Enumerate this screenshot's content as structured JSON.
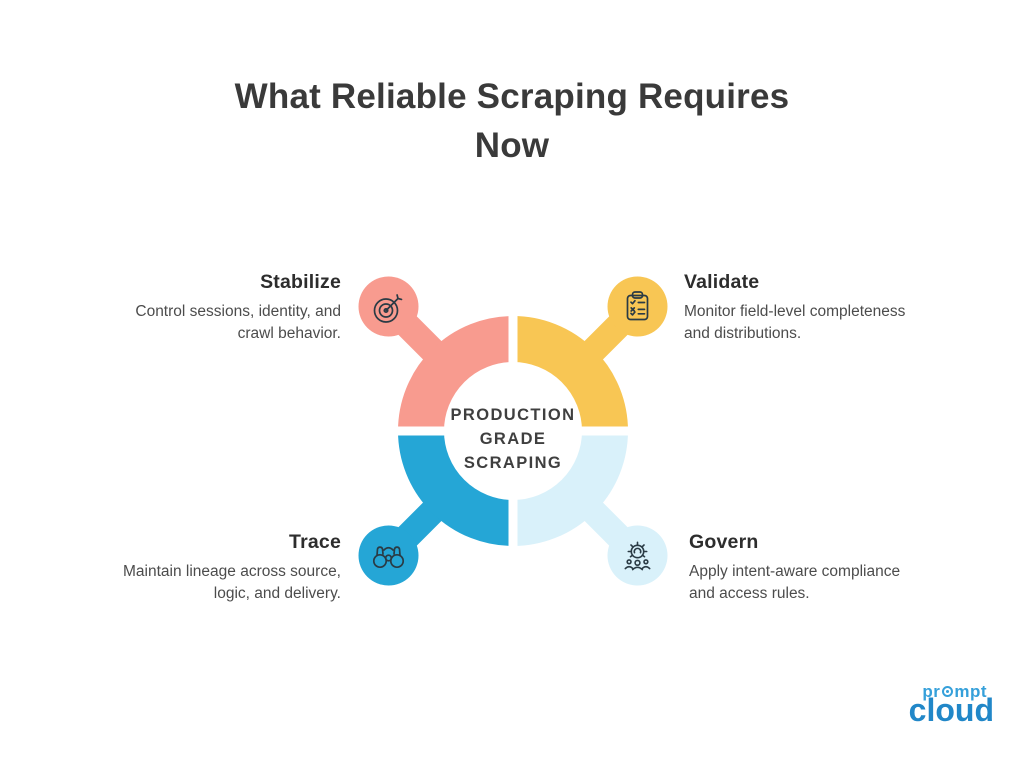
{
  "title": {
    "line1": "What Reliable Scraping Requires",
    "line2": "Now"
  },
  "center_label": {
    "line1": "PRODUCTION",
    "line2": "GRADE",
    "line3": "SCRAPING"
  },
  "items": [
    {
      "id": "stabilize",
      "heading": "Stabilize",
      "lines": [
        "Control sessions, identity, and",
        "crawl behavior."
      ],
      "color": "#F89B8F",
      "icon": "target-dart-icon"
    },
    {
      "id": "validate",
      "heading": "Validate",
      "lines": [
        "Monitor field-level completeness",
        "and distributions."
      ],
      "color": "#F8C654",
      "icon": "clipboard-checklist-icon"
    },
    {
      "id": "trace",
      "heading": "Trace",
      "lines": [
        "Maintain lineage across source,",
        "logic, and delivery."
      ],
      "color": "#25A6D6",
      "icon": "binoculars-icon"
    },
    {
      "id": "govern",
      "heading": "Govern",
      "lines": [
        "Apply intent-aware compliance",
        "and access rules."
      ],
      "color": "#D9F1FA",
      "icon": "gear-team-icon"
    }
  ],
  "icon_stroke": "#2A3B45",
  "logo": {
    "top_left": "pr",
    "top_right": "mpt",
    "bottom": "cloud",
    "brand_light": "#35A0DA",
    "brand_dark": "#2187C8"
  }
}
